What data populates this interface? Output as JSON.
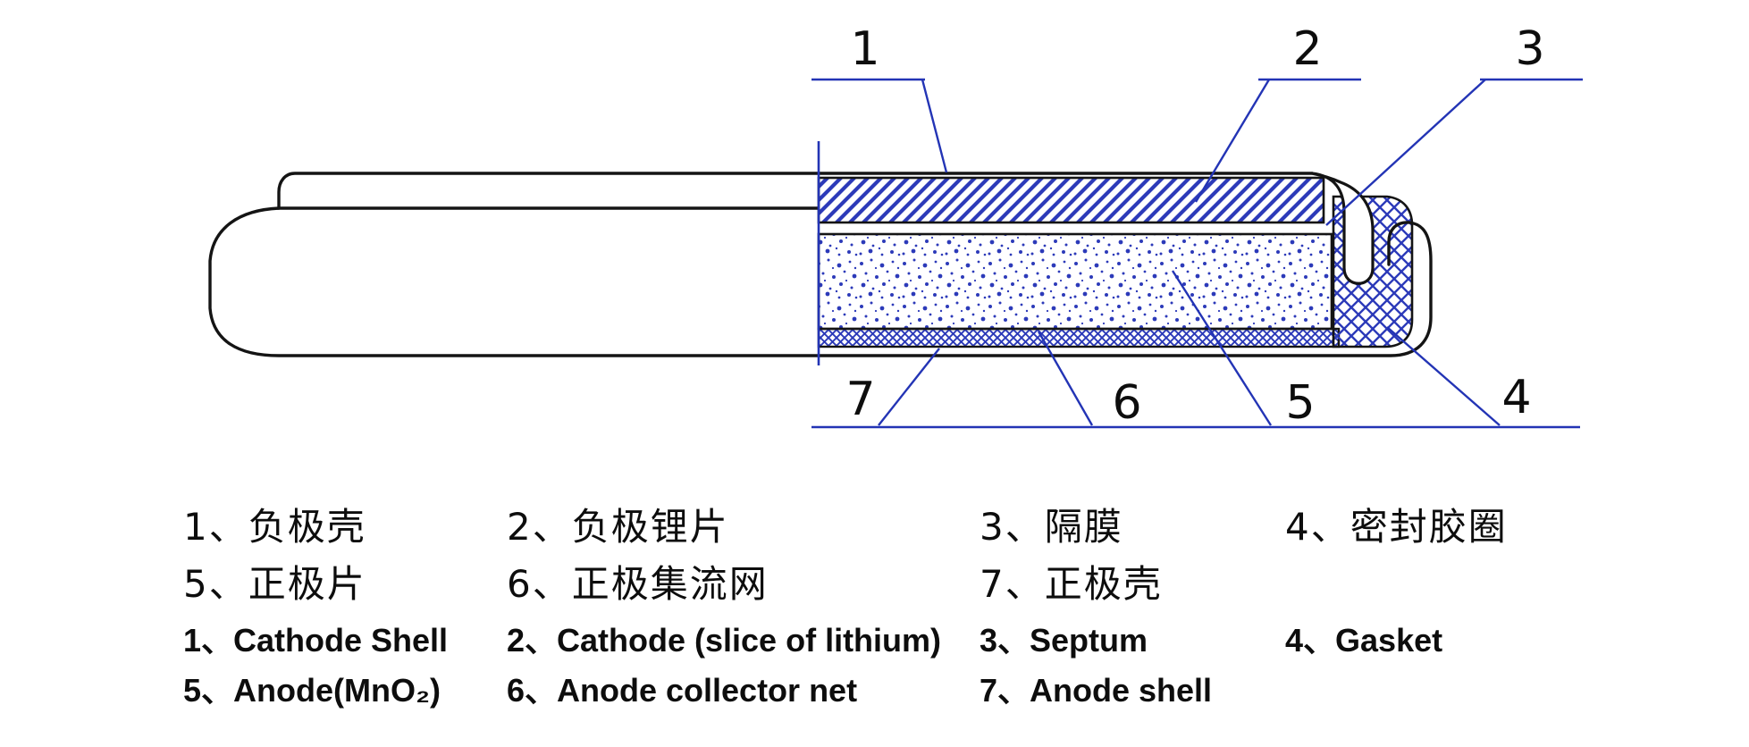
{
  "title": "Button cell (coin battery) cross-section diagram",
  "callouts": {
    "top": [
      "1",
      "2",
      "3"
    ],
    "bottom": [
      "7",
      "6",
      "5",
      "4"
    ]
  },
  "legend": {
    "cn_row1": [
      "1、负极壳",
      "2、负极锂片",
      "3、隔膜",
      "4、密封胶圈"
    ],
    "cn_row2": [
      "5、正极片",
      "6、正极集流网",
      "7、正极壳"
    ],
    "en_row1": [
      "1、Cathode Shell",
      "2、Cathode (slice of lithium)",
      "3、Septum",
      "4、Gasket"
    ],
    "en_row2": [
      "5、Anode(MnO₂)",
      "6、Anode collector net",
      "7、Anode shell"
    ]
  },
  "parts": {
    "1": "cathode-shell",
    "2": "cathode-lithium-slice",
    "3": "septum",
    "4": "gasket",
    "5": "anode-mno2",
    "6": "anode-collector-net",
    "7": "anode-shell"
  },
  "colors": {
    "outline": "#141414",
    "blue": "#2334b5",
    "hatch_blue": "#2c3ab9",
    "background": "#ffffff"
  }
}
